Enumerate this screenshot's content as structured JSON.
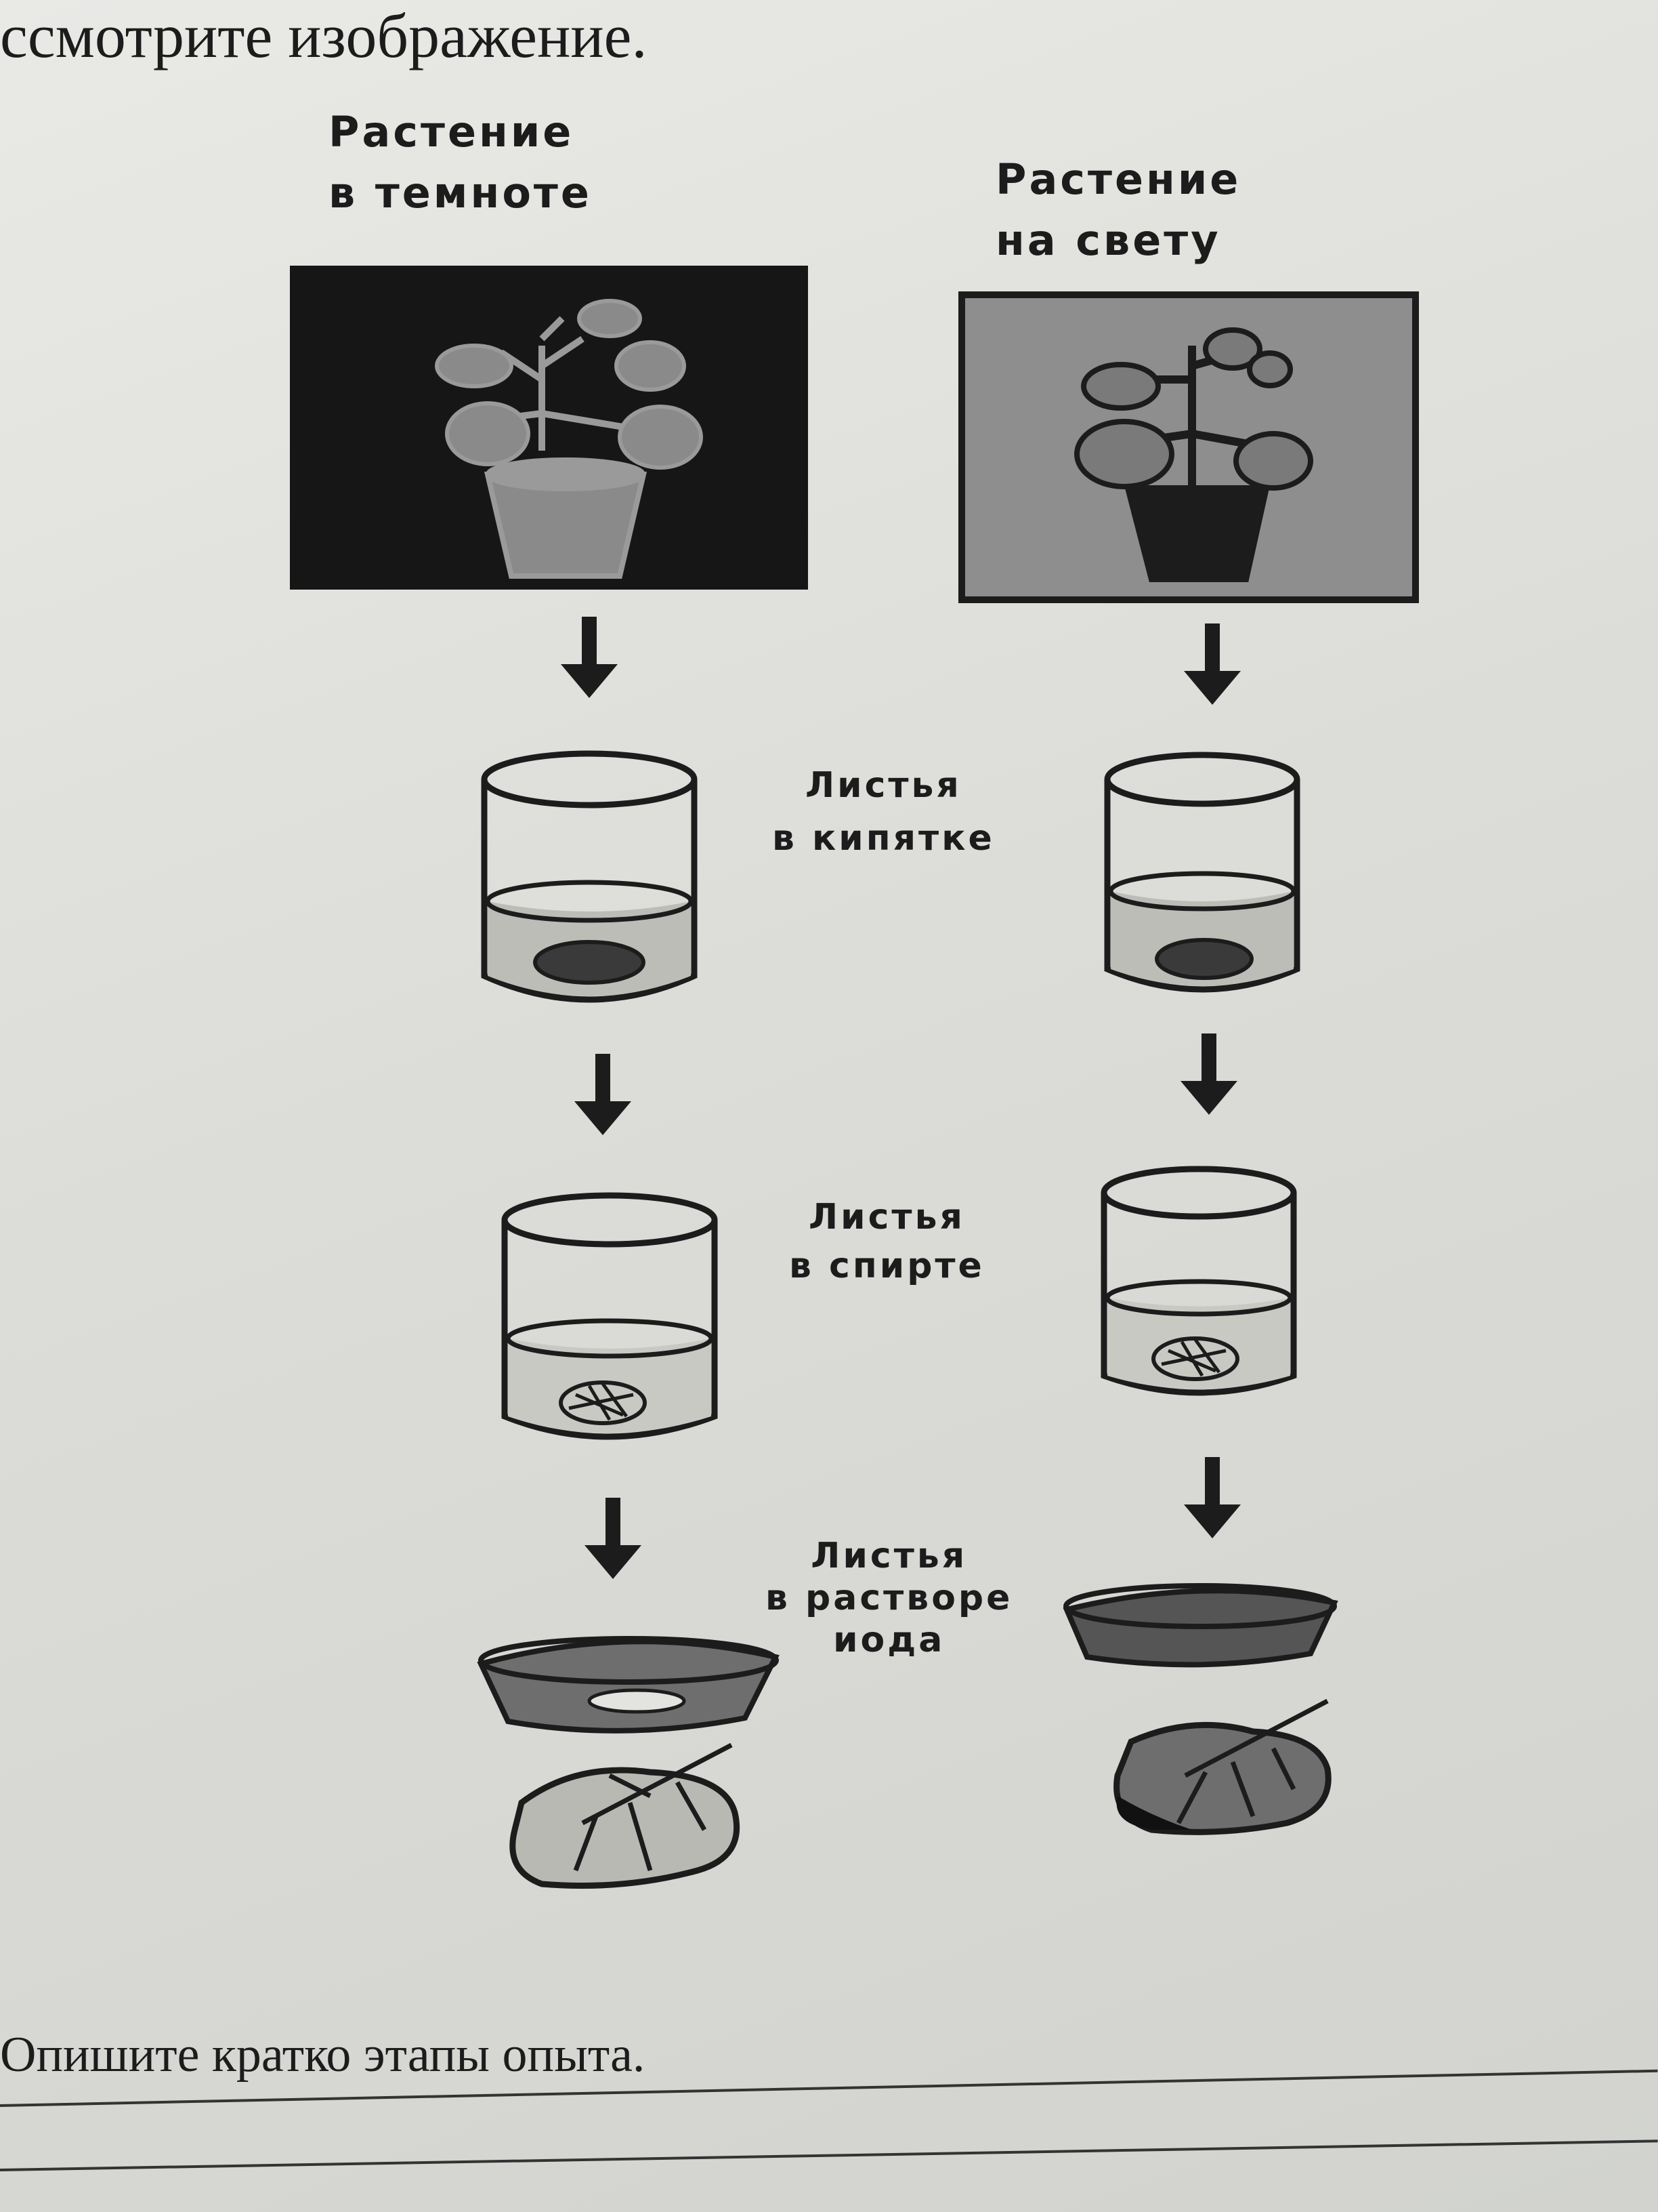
{
  "header": {
    "instruction": "ссмотрите изображение."
  },
  "columns": {
    "dark": {
      "title_line1": "Растение",
      "title_line2": "в темноте"
    },
    "light": {
      "title_line1": "Растение",
      "title_line2": "на свету"
    }
  },
  "steps": {
    "boiling": {
      "line1": "Листья",
      "line2": "в кипятке"
    },
    "alcohol": {
      "line1": "Листья",
      "line2": "в спирте"
    },
    "iodine": {
      "line1": "Листья",
      "line2": "в растворе",
      "line3": "иода"
    }
  },
  "footer": {
    "question": "Опишите кратко этапы опыта."
  },
  "colors": {
    "ink": "#1c1c1c",
    "dark_box": "#161616",
    "light_box": "#8e8e8e",
    "liquid": "#bdbdb8",
    "paper": "#e3e3e0"
  }
}
